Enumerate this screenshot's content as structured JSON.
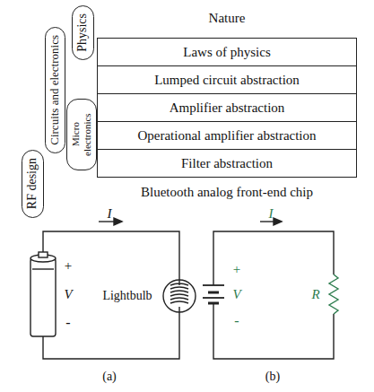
{
  "diagram": {
    "nodes": [
      {
        "text": [
          "Laws of physics"
        ]
      },
      {
        "text": [
          "Lumped circuit abstraction"
        ]
      },
      {
        "text": [
          "Amplifier abstraction"
        ]
      },
      {
        "text": [
          "Operational amplifier abstraction"
        ]
      },
      {
        "text": [
          "Filter abstraction"
        ]
      },
      {
        "text": [
          "Physics"
        ]
      },
      {
        "text": [
          "Circuits and electronics"
        ]
      },
      {
        "text": [
          "Micro electronics"
        ]
      },
      {
        "text": [
          "RF design"
        ]
      }
    ],
    "labels": [
      "Nature",
      "Bluetooth analog front-end chip",
      "+",
      "V",
      "-",
      "I",
      "Lightbulb",
      "(a)",
      "+",
      "V",
      "-",
      "I",
      "R",
      "(b)"
    ]
  }
}
